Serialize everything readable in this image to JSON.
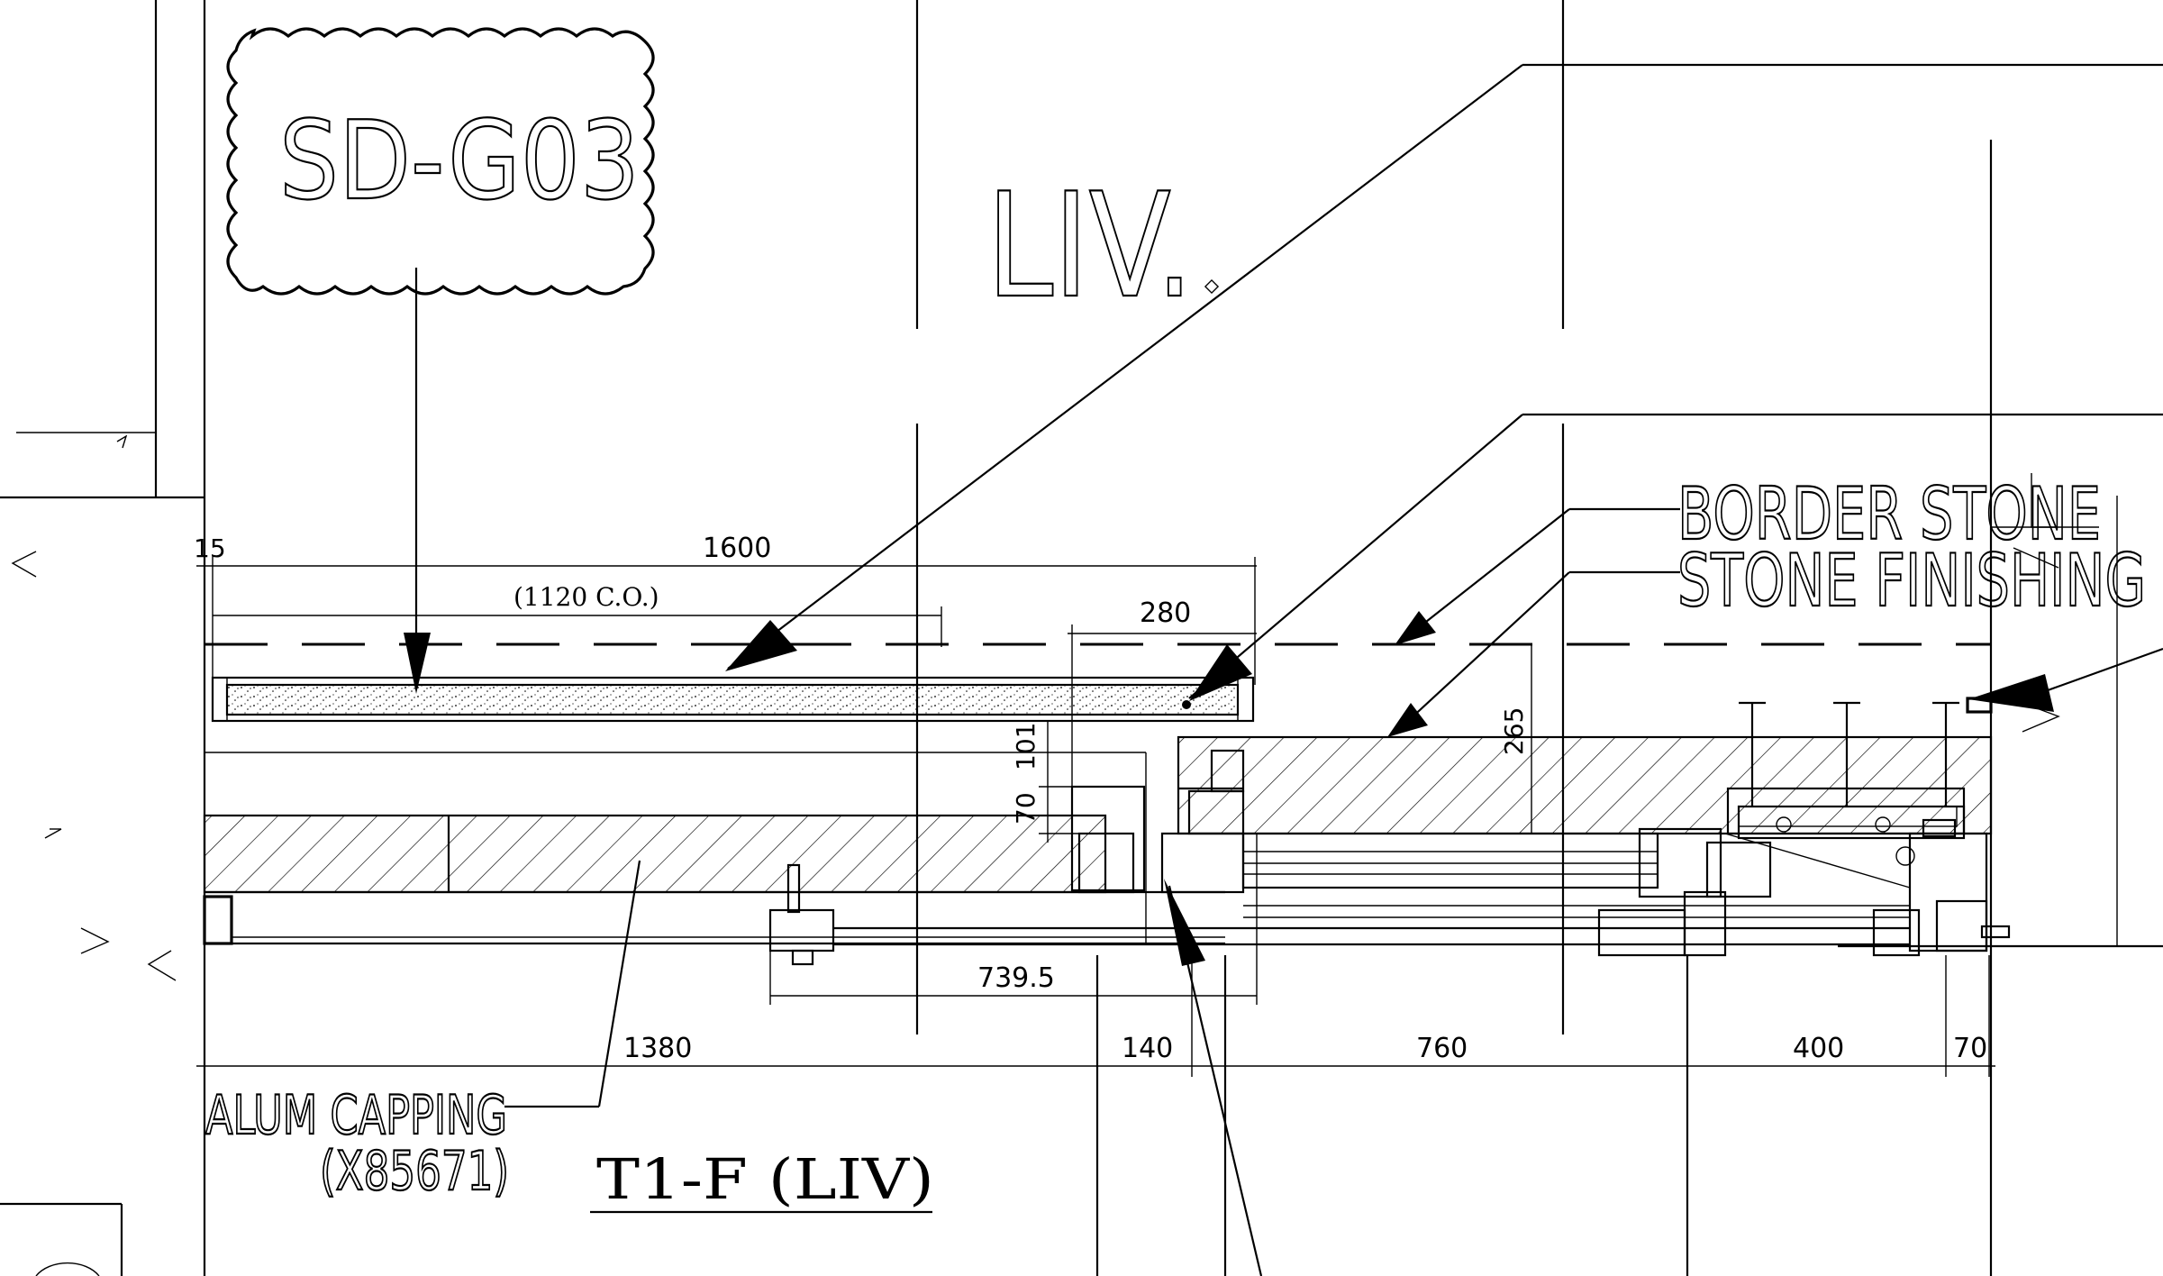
{
  "drawing": {
    "tag_cloud": "SD-G03",
    "room_label": "LIV.",
    "title": "T1-F (LIV)",
    "callouts": {
      "border_stone": "BORDER STONE",
      "stone_finishing": "STONE FINISHING",
      "alum_capping": "ALUM CAPPING",
      "alum_capping_code": "(X85671)"
    },
    "dimensions": {
      "d15": "15",
      "d1600": "1600",
      "d1120": "(1120 C.O.)",
      "d280": "280",
      "d101": "101",
      "d70a": "70",
      "d265": "265",
      "d739": "739.5",
      "d1380": "1380",
      "d140": "140",
      "d760": "760",
      "d400": "400",
      "d70b": "70"
    }
  }
}
